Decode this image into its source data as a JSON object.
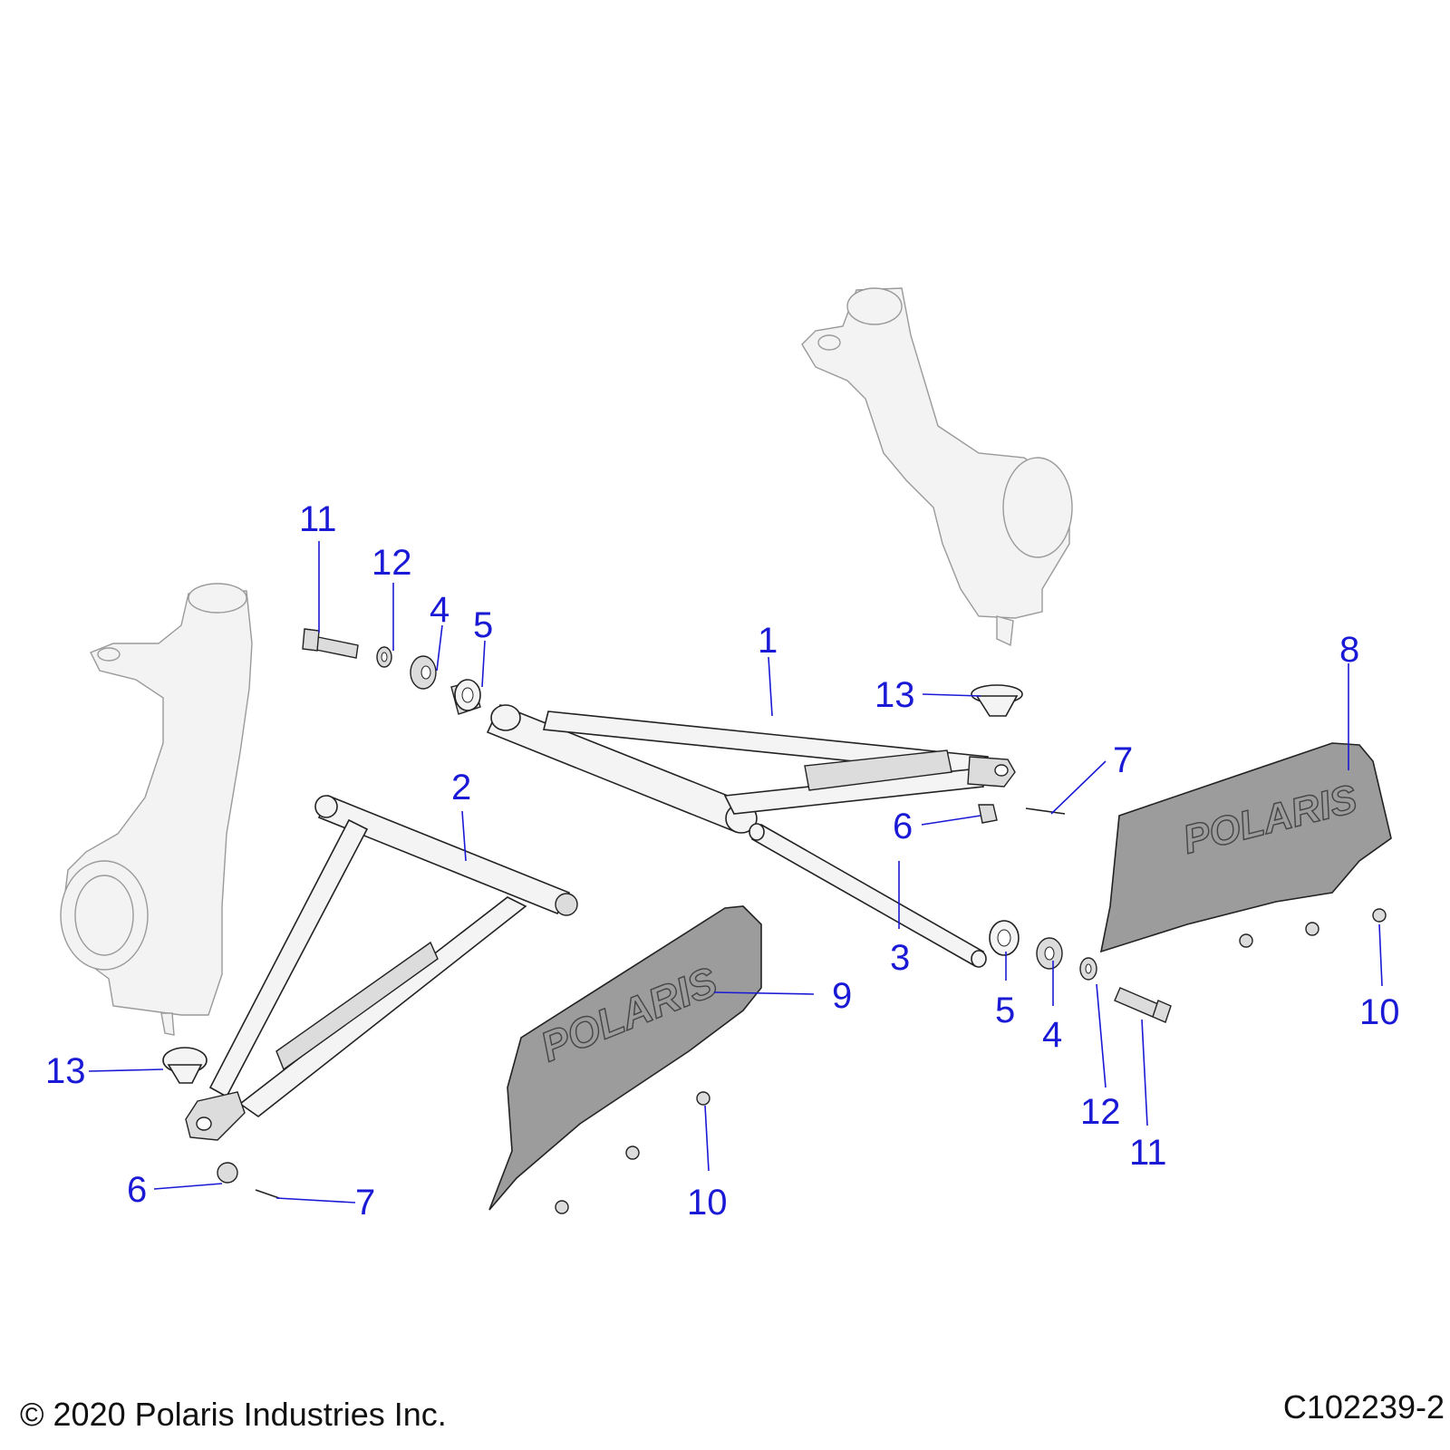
{
  "footer": {
    "copyright": "© 2020 Polaris Industries Inc.",
    "diagram_id": "C102239-2"
  },
  "logo_text": "POLARIS",
  "callouts": {
    "c1": "1",
    "c2": "2",
    "c3": "3",
    "c4a": "4",
    "c4b": "4",
    "c5a": "5",
    "c5b": "5",
    "c6a": "6",
    "c6b": "6",
    "c7a": "7",
    "c7b": "7",
    "c8": "8",
    "c9": "9",
    "c10a": "10",
    "c10b": "10",
    "c11a": "11",
    "c11b": "11",
    "c12a": "12",
    "c12b": "12",
    "c13a": "13",
    "c13b": "13"
  },
  "colors": {
    "callout": "#1a1ad6",
    "skid_plate": "#9c9c9c",
    "ghost_part": "#f3f3f3"
  }
}
